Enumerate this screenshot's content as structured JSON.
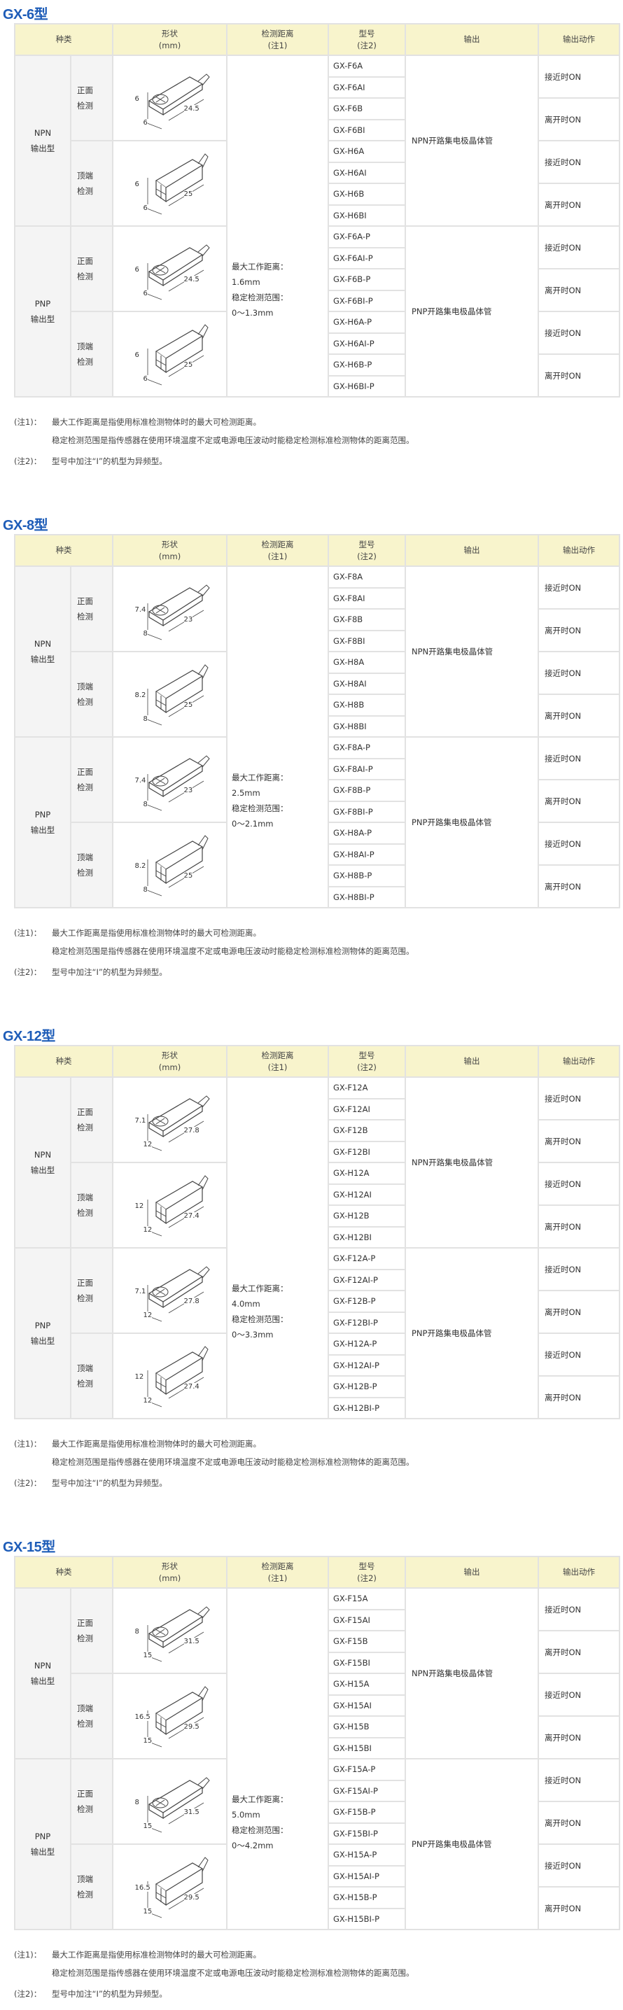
{
  "headers": {
    "type": "种类",
    "shape": "形状",
    "shape_unit": "(mm)",
    "dist": "检测距离",
    "dist_note": "(注1)",
    "model": "型号",
    "model_note": "(注2)",
    "output": "输出",
    "action": "输出动作"
  },
  "labels": {
    "npn": "NPN",
    "pnp": "PNP",
    "out_type": "输出型",
    "front": "正面",
    "top": "顶端",
    "detect": "检测",
    "max_dist": "最大工作距离：",
    "stable": "稳定检测范围：",
    "npn_out": "NPN开路集电极晶体管",
    "pnp_out": "PNP开路集电极晶体管",
    "near_on": "接近时ON",
    "away_on": "离开时ON"
  },
  "notes": {
    "n1_label": "(注1)：",
    "n1_line1": "最大工作距离是指使用标准检测物体时的最大可检测距离。",
    "n1_line2": "稳定检测范围是指传感器在使用环境温度不定或电源电压波动时能稳定检测标准检测物体的距离范围。",
    "n2_label": "(注2)：",
    "n2_text": "型号中加注“I”的机型为异频型。"
  },
  "sections": [
    {
      "title": "GX-6型",
      "max": "1.6mm",
      "stable": "0～1.3mm",
      "front_dims": [
        "6",
        "6",
        "24.5"
      ],
      "top_dims": [
        "6",
        "6",
        "25"
      ],
      "npn_models": [
        "GX-F6A",
        "GX-F6AI",
        "GX-F6B",
        "GX-F6BI",
        "GX-H6A",
        "GX-H6AI",
        "GX-H6B",
        "GX-H6BI"
      ],
      "pnp_models": [
        "GX-F6A-P",
        "GX-F6AI-P",
        "GX-F6B-P",
        "GX-F6BI-P",
        "GX-H6A-P",
        "GX-H6AI-P",
        "GX-H6B-P",
        "GX-H6BI-P"
      ]
    },
    {
      "title": "GX-8型",
      "max": "2.5mm",
      "stable": "0～2.1mm",
      "front_dims": [
        "7.4",
        "8",
        "23"
      ],
      "top_dims": [
        "8.2",
        "8",
        "25"
      ],
      "npn_models": [
        "GX-F8A",
        "GX-F8AI",
        "GX-F8B",
        "GX-F8BI",
        "GX-H8A",
        "GX-H8AI",
        "GX-H8B",
        "GX-H8BI"
      ],
      "pnp_models": [
        "GX-F8A-P",
        "GX-F8AI-P",
        "GX-F8B-P",
        "GX-F8BI-P",
        "GX-H8A-P",
        "GX-H8AI-P",
        "GX-H8B-P",
        "GX-H8BI-P"
      ]
    },
    {
      "title": "GX-12型",
      "max": "4.0mm",
      "stable": "0～3.3mm",
      "front_dims": [
        "7.1",
        "12",
        "27.8"
      ],
      "top_dims": [
        "12",
        "12",
        "27.4"
      ],
      "npn_models": [
        "GX-F12A",
        "GX-F12AI",
        "GX-F12B",
        "GX-F12BI",
        "GX-H12A",
        "GX-H12AI",
        "GX-H12B",
        "GX-H12BI"
      ],
      "pnp_models": [
        "GX-F12A-P",
        "GX-F12AI-P",
        "GX-F12B-P",
        "GX-F12BI-P",
        "GX-H12A-P",
        "GX-H12AI-P",
        "GX-H12B-P",
        "GX-H12BI-P"
      ]
    },
    {
      "title": "GX-15型",
      "max": "5.0mm",
      "stable": "0～4.2mm",
      "front_dims": [
        "8",
        "15",
        "31.5"
      ],
      "top_dims": [
        "16.5",
        "15",
        "29.5"
      ],
      "npn_models": [
        "GX-F15A",
        "GX-F15AI",
        "GX-F15B",
        "GX-F15BI",
        "GX-H15A",
        "GX-H15AI",
        "GX-H15B",
        "GX-H15BI"
      ],
      "pnp_models": [
        "GX-F15A-P",
        "GX-F15AI-P",
        "GX-F15B-P",
        "GX-F15BI-P",
        "GX-H15A-P",
        "GX-H15AI-P",
        "GX-H15B-P",
        "GX-H15BI-P"
      ]
    }
  ]
}
